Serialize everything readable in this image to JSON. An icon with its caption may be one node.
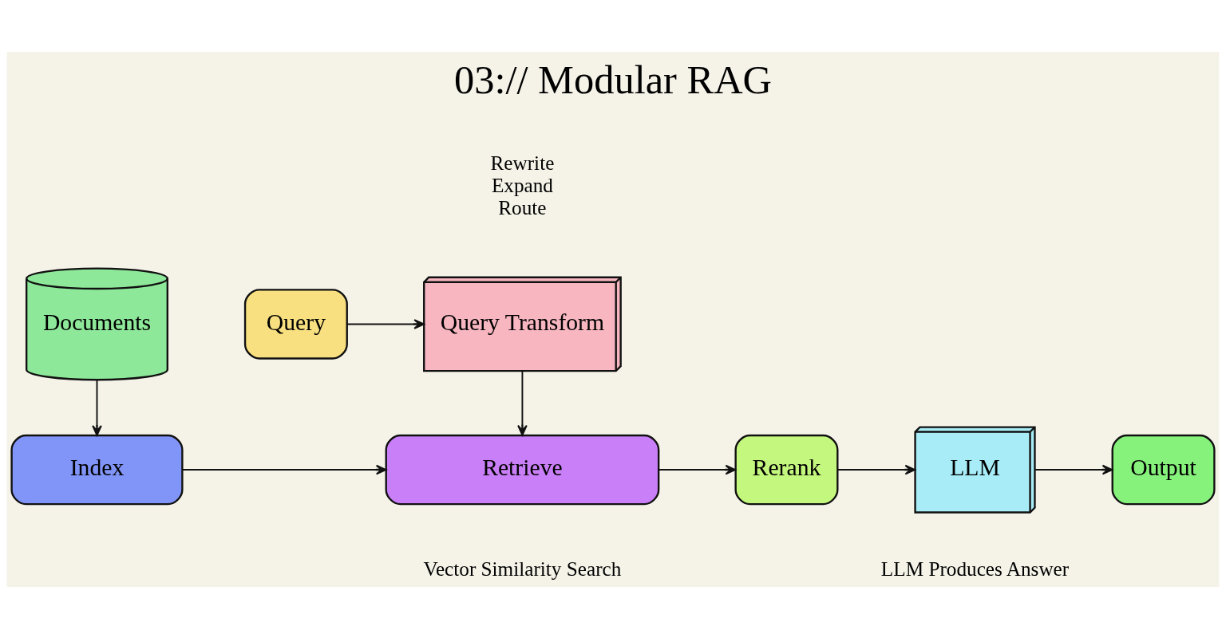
{
  "diagram": {
    "title": "03:// Modular RAG",
    "nodes": [
      {
        "text": [
          "Documents"
        ]
      },
      {
        "text": [
          "Query"
        ]
      },
      {
        "text": [
          "Query Transform"
        ],
        "beside": [
          "Rewrite",
          "Expand",
          "Route"
        ]
      },
      {
        "text": [
          "Index"
        ]
      },
      {
        "text": [
          "Retrieve"
        ],
        "beside": [
          "Vector Similarity Search"
        ]
      },
      {
        "text": [
          "Rerank"
        ]
      },
      {
        "text": [
          "LLM"
        ],
        "beside": [
          "LLM Produces Answer"
        ]
      },
      {
        "text": [
          "Output"
        ]
      }
    ],
    "edges": [
      {
        "from": 0,
        "to": 3,
        "arrow": "to"
      },
      {
        "from": 1,
        "to": 2,
        "arrow": "to"
      },
      {
        "from": 2,
        "to": 4,
        "arrow": "to"
      },
      {
        "from": 3,
        "to": 4,
        "arrow": "to"
      },
      {
        "from": 4,
        "to": 5,
        "arrow": "to"
      },
      {
        "from": 5,
        "to": 6,
        "arrow": "to"
      },
      {
        "from": 6,
        "to": 7,
        "arrow": "to"
      }
    ]
  }
}
